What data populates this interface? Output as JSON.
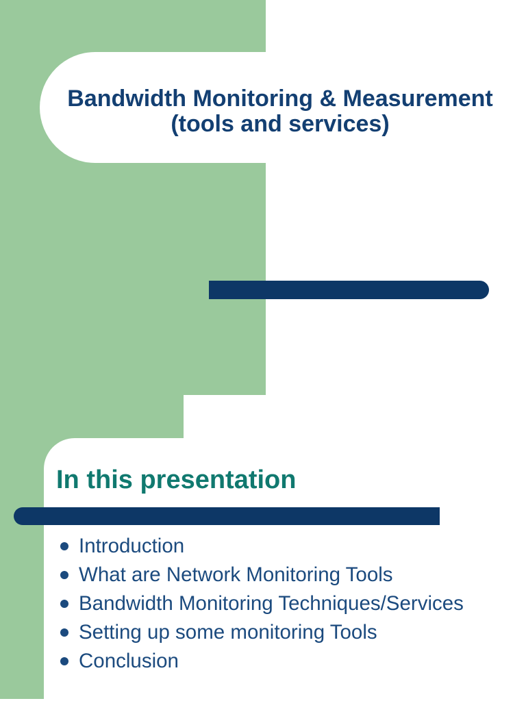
{
  "slide1": {
    "title_line1": "Bandwidth Monitoring & Measurement",
    "title_line2": "(tools and services)"
  },
  "slide2": {
    "heading": "In this presentation",
    "bullets": [
      "Introduction",
      "What are Network Monitoring Tools",
      "Bandwidth Monitoring Techniques/Services",
      "Setting up some monitoring Tools",
      "Conclusion"
    ]
  },
  "colors": {
    "backdrop_green": "#9ac99c",
    "divider_navy": "#0d3766",
    "title_navy": "#133f72",
    "bullet_navy": "#1b4a7e",
    "heading_teal": "#10796f",
    "page_background": "#ffffff"
  }
}
